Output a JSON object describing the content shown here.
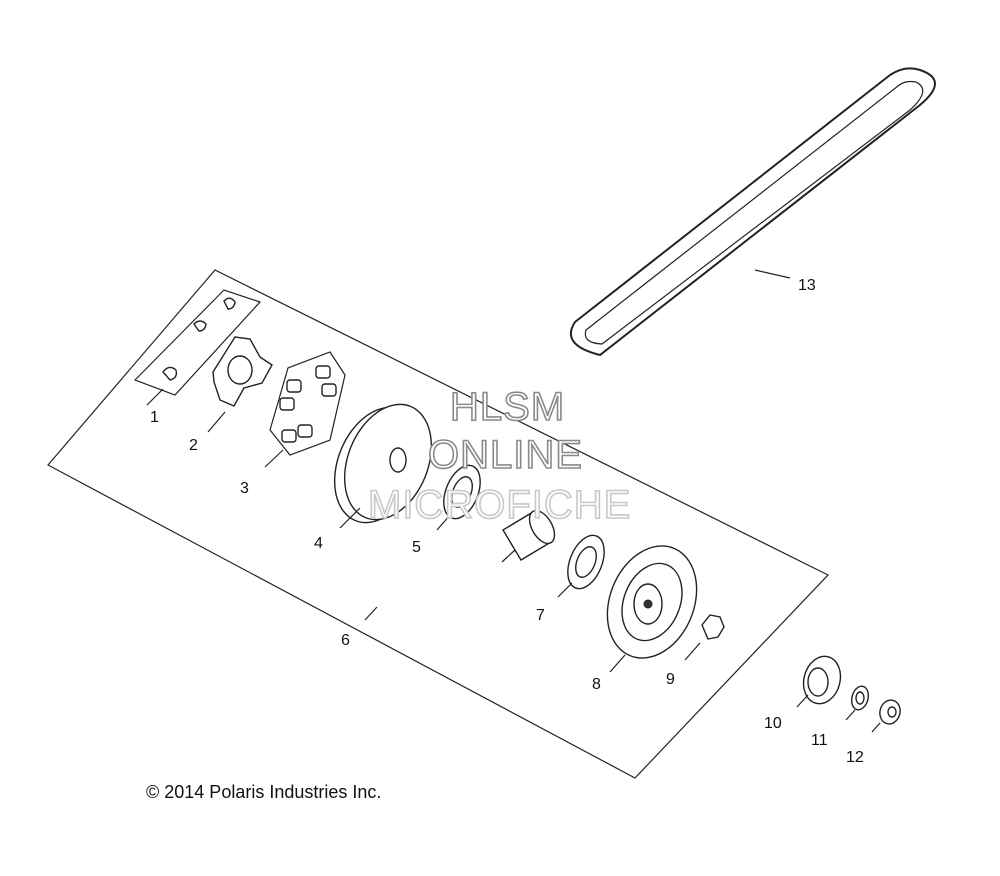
{
  "watermark": {
    "line1": "HLSM",
    "line2": "ONLINE",
    "line3": "MICROFICHE"
  },
  "copyright": "© 2014 Polaris Industries Inc.",
  "callouts": [
    "1",
    "2",
    "3",
    "4",
    "5",
    "6",
    "7",
    "8",
    "9",
    "10",
    "11",
    "12",
    "13"
  ],
  "colors": {
    "ink": "#222222",
    "watermark_outline": "#8a8a8a"
  }
}
